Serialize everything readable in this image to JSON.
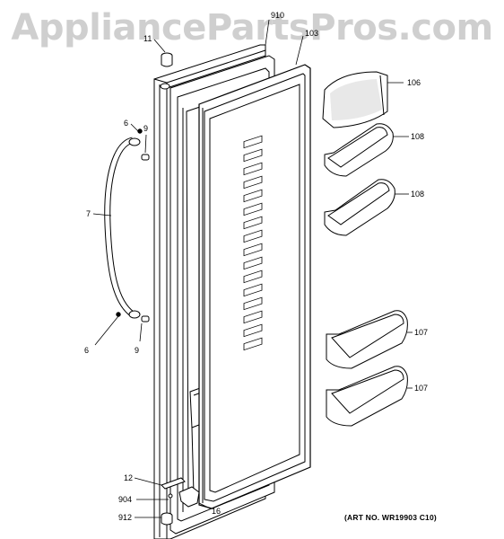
{
  "watermark": "AppliancePartsPros.com",
  "art_number": "(ART NO. WR19903 C10)",
  "callouts": [
    {
      "id": "910",
      "text": "910"
    },
    {
      "id": "103",
      "text": "103"
    },
    {
      "id": "11",
      "text": "11"
    },
    {
      "id": "106",
      "text": "106"
    },
    {
      "id": "6a",
      "text": "6"
    },
    {
      "id": "9a",
      "text": "9"
    },
    {
      "id": "108a",
      "text": "108"
    },
    {
      "id": "108b",
      "text": "108"
    },
    {
      "id": "7",
      "text": "7"
    },
    {
      "id": "6b",
      "text": "6"
    },
    {
      "id": "9b",
      "text": "9"
    },
    {
      "id": "107a",
      "text": "107"
    },
    {
      "id": "107b",
      "text": "107"
    },
    {
      "id": "12",
      "text": "12"
    },
    {
      "id": "904",
      "text": "904"
    },
    {
      "id": "16",
      "text": "16"
    },
    {
      "id": "912",
      "text": "912"
    }
  ]
}
